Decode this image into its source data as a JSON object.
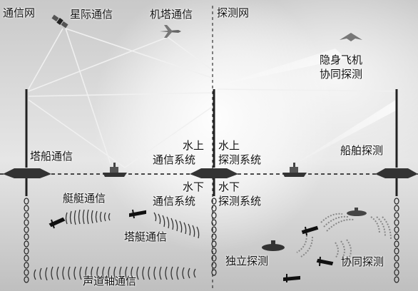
{
  "labels": {
    "comm_net": "通信网",
    "interstellar": "星际通信",
    "tower_comm": "机塔通信",
    "detect_net": "探测网",
    "stealth_line1": "隐身飞机",
    "stealth_line2": "协同探测",
    "tower_ship": "塔船通信",
    "ship_detect": "船舶探测",
    "above_comm_1": "水上",
    "above_comm_2": "通信系统",
    "above_detect_1": "水上",
    "above_detect_2": "探测系统",
    "below_comm_1": "水下",
    "below_comm_2": "通信系统",
    "below_detect_1": "水下",
    "below_detect_2": "探测系统",
    "boat_comm": "艇艇通信",
    "tower_boat": "塔艇通信",
    "independent": "独立探测",
    "coop_detect": "协同探测",
    "sound_channel": "声道轴通信"
  },
  "colors": {
    "mast": "#222222",
    "link_line": "#eeeeee",
    "waterline": "#111111",
    "divider": "#333333"
  },
  "icons": [
    "satellite-icon",
    "aircraft-icon",
    "stealth-aircraft-icon",
    "surface-ship-icon",
    "buoy-tower-icon",
    "submarine-icon",
    "torpedo-icon",
    "sonar-wave-icon"
  ]
}
